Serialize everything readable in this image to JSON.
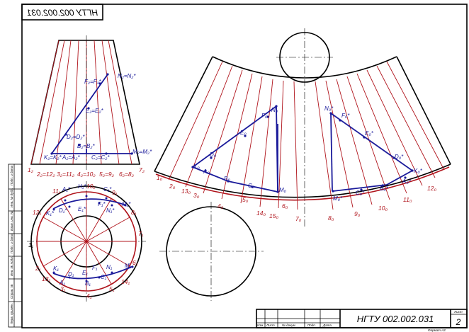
{
  "stamp": {
    "code": "НГТУ 002.002.031",
    "mirrored_code": "НГТУ 002.002.031",
    "sheet_label": "Лист",
    "sheet_number": "2",
    "format": "Формат А3",
    "columns": [
      "Изм",
      "Лист",
      "№ докум.",
      "Подп.",
      "Дата"
    ]
  },
  "side_block": [
    "Подп. и дата",
    "Инв. № дубл.",
    "Взам. инв. №",
    "Подп. и дата",
    "Инв. № подл.",
    "Справ. №",
    "Перв. примен."
  ],
  "front_view": {
    "labels": [
      "N₂=N₂*",
      "F₂=F₂*",
      "E₂=E₂*",
      "D₂=D₂*",
      "B₂=B₂*",
      "K₂=K₂*",
      "A₂=A₂*",
      "C₂=C₂*",
      "M₂=M₂*"
    ],
    "base_labels": [
      "1₂",
      "2₂=12₂",
      "3₂=11₂",
      "4₂=10₂",
      "5₂=9₂",
      "6₂=8₂",
      "7₂"
    ]
  },
  "top_view": {
    "labels": [
      "H₁*",
      "10₁",
      "11₁",
      "A₁*",
      "C₁*",
      "9₁",
      "12₁",
      "K₁*",
      "D₁*",
      "E₁*",
      "F₁*",
      "N₁*",
      "M₁*",
      "8₁",
      "1₁",
      "7₁",
      "2₁",
      "K₁",
      "D₁",
      "E₁",
      "F₁",
      "N₁",
      "M₁",
      "6₁",
      "13₁",
      "A₁",
      "B₁",
      "C₁",
      "5₁",
      "14₁",
      "3₁",
      "4₁"
    ]
  },
  "development": {
    "left_labels": [
      "N₀",
      "F₀",
      "E₀",
      "D₀",
      "K₀",
      "A₀",
      "B₀",
      "C₀",
      "M₀"
    ],
    "right_labels": [
      "N₀*",
      "F₀*",
      "E₀*",
      "D₀*",
      "K₀*",
      "A₀*",
      "C₀*",
      "B₀*",
      "M₀*"
    ],
    "arc_labels": [
      "1₀",
      "2₀",
      "13₀",
      "3₀",
      "4₀",
      "5₀",
      "14₀",
      "15₀",
      "6₀",
      "7₀",
      "8₀",
      "9₀",
      "10₀",
      "11₀",
      "12₀"
    ]
  }
}
